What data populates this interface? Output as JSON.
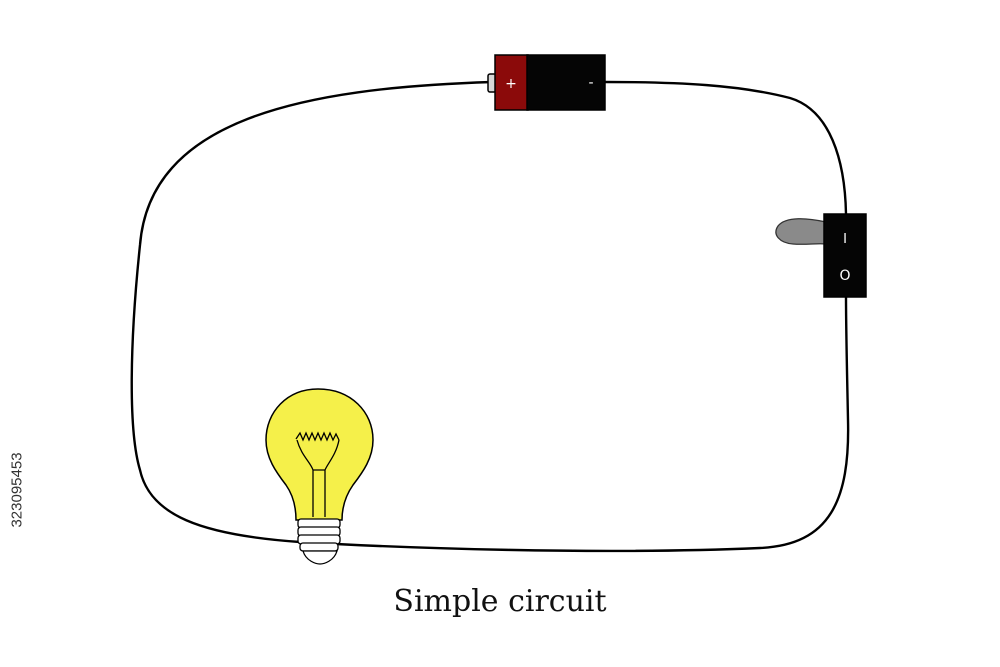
{
  "caption": "Simple circuit",
  "stock_id": "323095453",
  "battery": {
    "positive_label": "+",
    "negative_label": "-",
    "positive_color": "#8b0a0a",
    "negative_color": "#050505"
  },
  "switch": {
    "on_label": "I",
    "off_label": "O",
    "body_color": "#050505",
    "lever_color": "#8a8a8a"
  },
  "bulb": {
    "glass_color": "#f5f04a",
    "base_color": "#ffffff"
  },
  "wire_color": "#000000"
}
